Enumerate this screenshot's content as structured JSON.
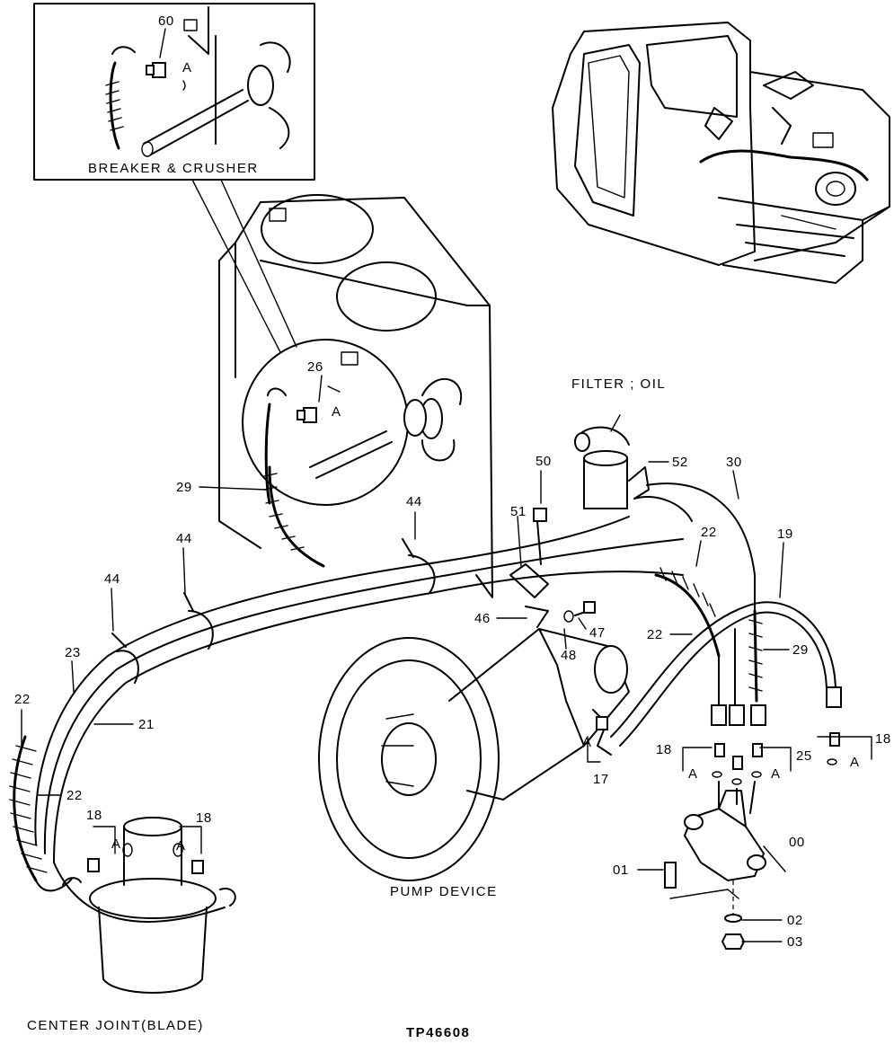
{
  "insets": {
    "breaker": {
      "title": "BREAKER & CRUSHER",
      "part": "60",
      "mark": "A"
    },
    "detail": {
      "part": "26",
      "mark": "A"
    }
  },
  "captions": {
    "filter": "FILTER ; OIL",
    "pump": "PUMP DEVICE",
    "center_joint": "CENTER JOINT(BLADE)",
    "figure_id": "TP46608"
  },
  "callouts": {
    "c29a": "29",
    "c44a": "44",
    "c44b": "44",
    "c44c": "44",
    "c23": "23",
    "c22a": "22",
    "c21": "21",
    "c22b": "22",
    "c18a": "18",
    "c18b": "18",
    "c50": "50",
    "c51": "51",
    "c52": "52",
    "c30": "30",
    "c22c": "22",
    "c19": "19",
    "c46": "46",
    "c47": "47",
    "c48": "48",
    "c22d": "22",
    "c29b": "29",
    "c18c": "18",
    "c25": "25",
    "c18d": "18",
    "c17": "17",
    "c00": "00",
    "c01": "01",
    "c02": "02",
    "c03": "03"
  },
  "marks": {
    "m1": "A",
    "m2": "A",
    "m3": "A",
    "m4": "A",
    "m5": "A",
    "m6": "A"
  }
}
